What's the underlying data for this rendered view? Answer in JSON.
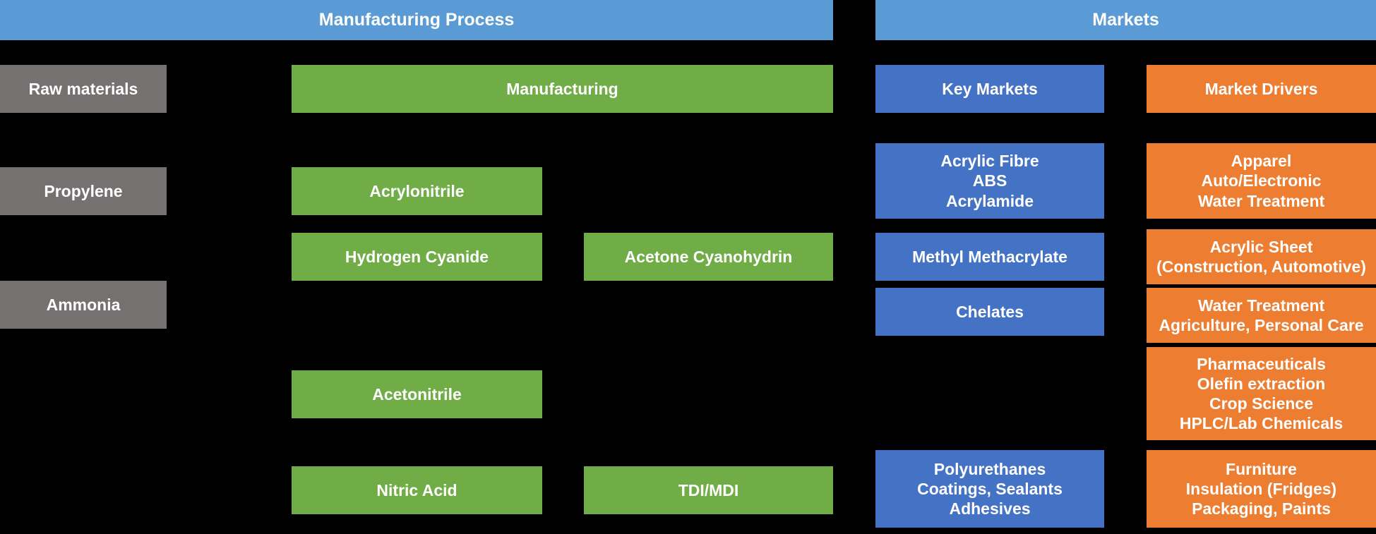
{
  "diagram": {
    "title_bar": {
      "manufacturing_process": "Manufacturing Process",
      "markets": "Markets"
    },
    "column_headers": {
      "raw_materials": "Raw materials",
      "manufacturing": "Manufacturing",
      "key_markets": "Key Markets",
      "market_drivers": "Market Drivers"
    },
    "raw_materials": [
      {
        "label": "Propylene"
      },
      {
        "label": "Ammonia"
      }
    ],
    "manufacturing_stage1": [
      {
        "label": "Acrylonitrile"
      },
      {
        "label": "Hydrogen Cyanide"
      },
      {
        "label": "Acetonitrile"
      },
      {
        "label": "Nitric Acid"
      }
    ],
    "manufacturing_stage2": [
      {
        "label": "Acetone Cyanohydrin"
      },
      {
        "label": "TDI/MDI"
      }
    ],
    "key_markets": [
      {
        "label": "Acrylic Fibre\nABS\nAcrylamide"
      },
      {
        "label": "Methyl Methacrylate"
      },
      {
        "label": "Chelates"
      },
      {
        "label": "Polyurethanes\nCoatings, Sealants\nAdhesives"
      }
    ],
    "market_drivers": [
      {
        "label": "Apparel\nAuto/Electronic\nWater Treatment"
      },
      {
        "label": "Acrylic Sheet\n(Construction, Automotive)"
      },
      {
        "label": "Water Treatment\nAgriculture, Personal Care"
      },
      {
        "label": "Pharmaceuticals\nOlefin extraction\nCrop Science\nHPLC/Lab Chemicals"
      },
      {
        "label": "Furniture\nInsulation (Fridges)\nPackaging, Paints"
      }
    ],
    "colors": {
      "background": "#000000",
      "header_blue": "#5B9BD5",
      "raw_material_gray": "#767171",
      "manufacturing_green": "#70AD47",
      "key_market_blue": "#4472C4",
      "market_driver_orange": "#ED7D31",
      "text": "#FFFFFF"
    }
  }
}
